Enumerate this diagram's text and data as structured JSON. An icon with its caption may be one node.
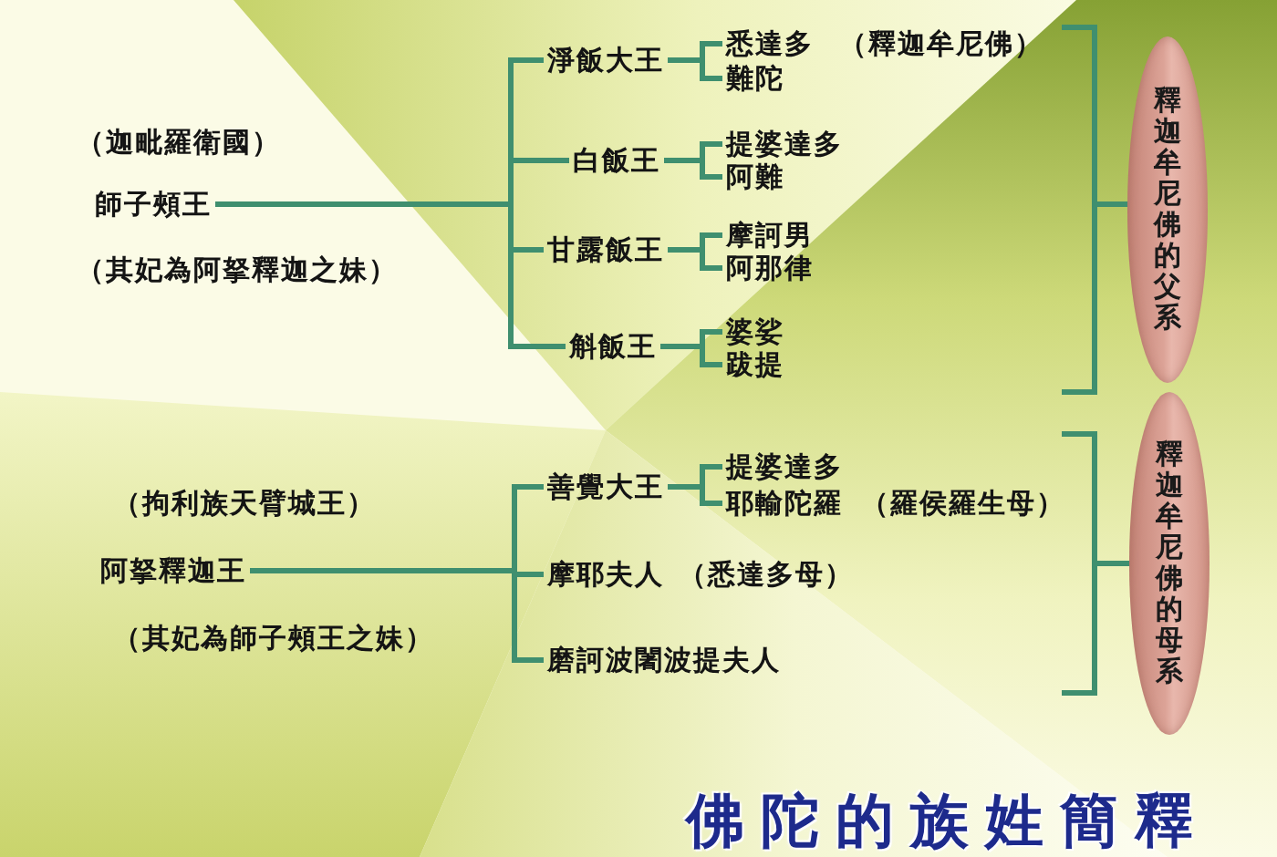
{
  "diagram": {
    "title": "佛陀的族姓簡釋",
    "nodes": [
      {
        "text": [
          "師子頰王"
        ],
        "beside": [
          "（迦毗羅衛國）",
          "（其妃為阿拏釋迦之妹）"
        ]
      },
      {
        "text": [
          "淨飯大王"
        ]
      },
      {
        "text": [
          "白飯王"
        ]
      },
      {
        "text": [
          "甘露飯王"
        ]
      },
      {
        "text": [
          "斛飯王"
        ]
      },
      {
        "text": [
          "悉達多"
        ],
        "beside": [
          "（釋迦牟尼佛）"
        ]
      },
      {
        "text": [
          "難陀"
        ]
      },
      {
        "text": [
          "提婆達多"
        ]
      },
      {
        "text": [
          "阿難"
        ]
      },
      {
        "text": [
          "摩訶男"
        ]
      },
      {
        "text": [
          "阿那律"
        ]
      },
      {
        "text": [
          "婆娑"
        ]
      },
      {
        "text": [
          "跋提"
        ]
      },
      {
        "text": [
          "釋迦牟尼佛的父系"
        ]
      },
      {
        "text": [
          "阿拏釋迦王"
        ],
        "beside": [
          "（拘利族天臂城王）",
          "（其妃為師子頰王之妹）"
        ]
      },
      {
        "text": [
          "善覺大王"
        ]
      },
      {
        "text": [
          "摩耶夫人"
        ],
        "beside": [
          "（悉達多母）"
        ]
      },
      {
        "text": [
          "磨訶波闍波提夫人"
        ]
      },
      {
        "text": [
          "提婆達多"
        ]
      },
      {
        "text": [
          "耶輸陀羅"
        ],
        "beside": [
          "（羅侯羅生母）"
        ]
      },
      {
        "text": [
          "釋迦牟尼佛的母系"
        ]
      }
    ],
    "edges": [
      {
        "from": 0,
        "to": 1,
        "arrow": "none"
      },
      {
        "from": 0,
        "to": 2,
        "arrow": "none"
      },
      {
        "from": 0,
        "to": 3,
        "arrow": "none"
      },
      {
        "from": 0,
        "to": 4,
        "arrow": "none"
      },
      {
        "from": 1,
        "to": 5,
        "arrow": "none"
      },
      {
        "from": 1,
        "to": 6,
        "arrow": "none"
      },
      {
        "from": 2,
        "to": 7,
        "arrow": "none"
      },
      {
        "from": 2,
        "to": 8,
        "arrow": "none"
      },
      {
        "from": 3,
        "to": 9,
        "arrow": "none"
      },
      {
        "from": 3,
        "to": 10,
        "arrow": "none"
      },
      {
        "from": 4,
        "to": 11,
        "arrow": "none"
      },
      {
        "from": 4,
        "to": 12,
        "arrow": "none"
      },
      {
        "from": 14,
        "to": 15,
        "arrow": "none"
      },
      {
        "from": 14,
        "to": 16,
        "arrow": "none"
      },
      {
        "from": 14,
        "to": 17,
        "arrow": "none"
      },
      {
        "from": 15,
        "to": 18,
        "arrow": "none"
      },
      {
        "from": 15,
        "to": 19,
        "arrow": "none"
      }
    ]
  }
}
